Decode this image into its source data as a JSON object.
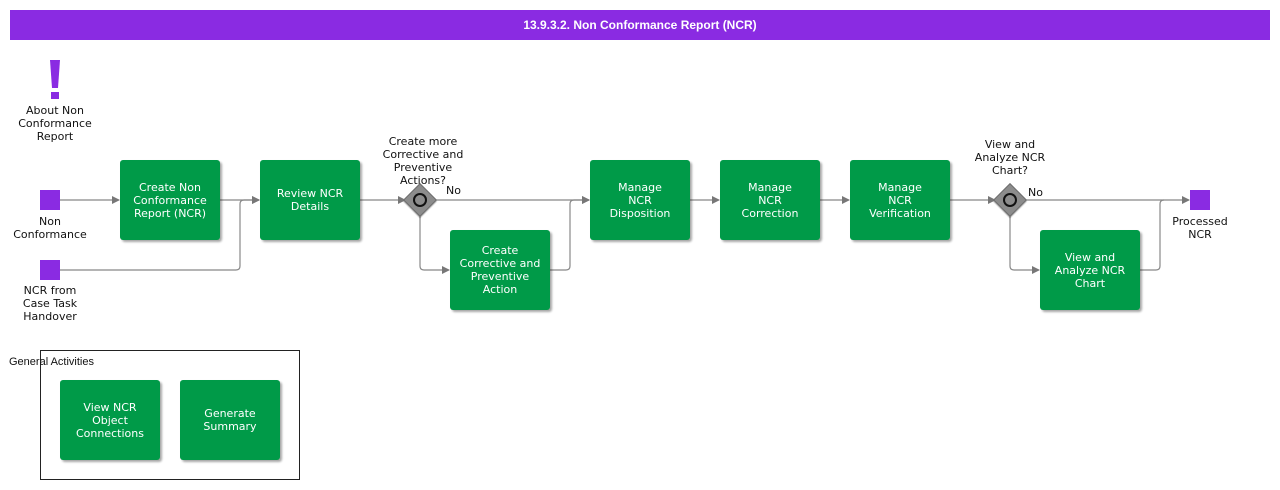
{
  "title": "13.9.3.2. Non Conformance Report (NCR)",
  "colors": {
    "title_bar": "#8a2be2",
    "task": "#009a48",
    "event": "#8a2be2",
    "gateway": "#8c8c8c"
  },
  "info": {
    "icon": "exclamation-icon",
    "label": "About Non\nConformance\nReport"
  },
  "events": {
    "non_conformance": "Non\nConformance",
    "ncr_handover": "NCR from\nCase Task\nHandover",
    "processed": "Processed\nNCR"
  },
  "tasks": {
    "create_ncr": "Create Non\nConformance\nReport (NCR)",
    "review": "Review NCR\nDetails",
    "create_capa": "Create\nCorrective and\nPreventive\nAction",
    "disposition": "Manage\nNCR\nDisposition",
    "correction": "Manage\nNCR\nCorrection",
    "verification": "Manage\nNCR\nVerification",
    "analyze": "View and\nAnalyze NCR\nChart"
  },
  "gateways": {
    "more_actions": {
      "question": "Create more\nCorrective and\nPreventive\nActions?",
      "no": "No"
    },
    "analyze_chart": {
      "question": "View and\nAnalyze NCR\nChart?",
      "no": "No"
    }
  },
  "general": {
    "title": "General Activities",
    "view_connections": "View NCR\nObject\nConnections",
    "generate_summary": "Generate\nSummary"
  }
}
